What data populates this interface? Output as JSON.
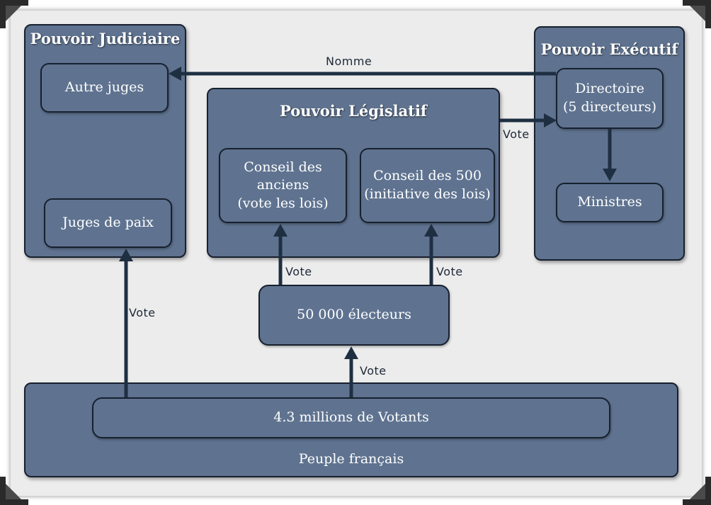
{
  "judiciaire": {
    "title": "Pouvoir Judiciaire",
    "autres_juges": "Autre juges",
    "juges_paix": "Juges de paix"
  },
  "legislatif": {
    "title": "Pouvoir Législatif",
    "conseil_anciens": "Conseil des\nanciens\n(vote les lois)",
    "conseil_500": "Conseil des 500\n(initiative des lois)"
  },
  "executif": {
    "title": "Pouvoir Exécutif",
    "directoire": "Directoire\n(5 directeurs)",
    "ministres": "Ministres"
  },
  "electeurs": "50 000 électeurs",
  "peuple": {
    "votants": "4.3 millions de Votants",
    "label": "Peuple français"
  },
  "labels": {
    "nomme": "Nomme",
    "vote_exec": "Vote",
    "vote_anciens": "Vote",
    "vote_500": "Vote",
    "vote_juges": "Vote",
    "vote_electeurs": "Vote"
  },
  "colors": {
    "box": "#5f7390",
    "border": "#17202e",
    "arrow": "#1f2f42",
    "background": "#ececec"
  }
}
